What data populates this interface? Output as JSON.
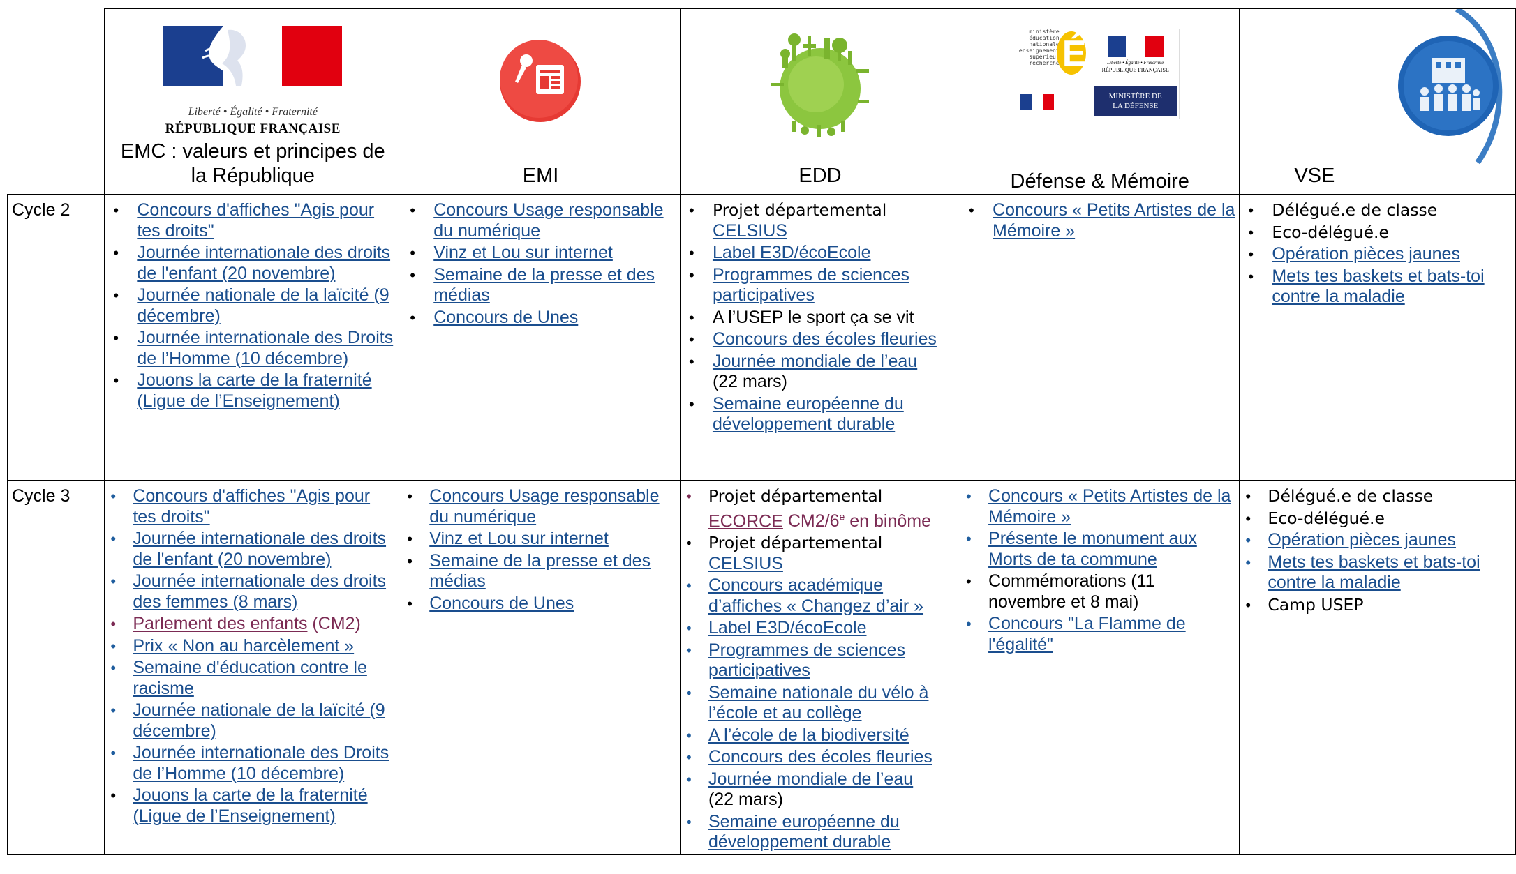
{
  "columns": [
    {
      "title": "EMC : valeurs et principes de la République",
      "logo": "republique-francaise-logo",
      "logo_caption_motto": "Liberté • Égalité • Fraternité",
      "logo_caption_name": "RÉPUBLIQUE FRANÇAISE"
    },
    {
      "title": "EMI",
      "logo": "media-press-icon"
    },
    {
      "title": "EDD",
      "logo": "green-planet-icon"
    },
    {
      "title": "Défense & Mémoire",
      "logo": "ministere-logos",
      "logo_left_text": "ministère éducation nationale enseignement supérieur recherche",
      "logo_right_motto": "Liberté • Égalité • Fraternité",
      "logo_right_name": "RÉPUBLIQUE FRANÇAISE",
      "logo_right_ministry": "MINISTÈRE DE LA DÉFENSE"
    },
    {
      "title": "VSE",
      "logo": "school-community-icon"
    }
  ],
  "rows": [
    {
      "label": "Cycle 2",
      "cells": [
        [
          "Concours d'affiches \"Agis pour tes droits\"",
          "Journée internationale des droits de l'enfant (20 novembre)",
          "Journée nationale de la laïcité (9 décembre)",
          "Journée internationale des Droits de l’Homme (10 décembre)",
          "Jouons la carte de la fraternité (Ligue de l’Enseignement)"
        ],
        [
          "Concours Usage responsable du numérique",
          "Vinz et Lou sur internet",
          "Semaine de la presse et des médias",
          "Concours de Unes"
        ],
        {
          "projet_label": "Projet départemental",
          "projet_link": "CELSIUS",
          "items": [
            "Label E3D/écoEcole",
            "Programmes de sciences participatives",
            "A l’USEP le sport ça se vit",
            "Concours des écoles fleuries",
            "Journée mondiale de l’eau",
            "Semaine européenne du développement durable"
          ],
          "eau_date": "(22 mars)"
        },
        [
          "Concours « Petits Artistes de la Mémoire »"
        ],
        {
          "plain": [
            "Délégué.e de classe",
            "Eco-délégué.e"
          ],
          "links": [
            "Opération pièces jaunes",
            "Mets tes baskets et bats-toi contre la maladie"
          ]
        }
      ]
    },
    {
      "label": "Cycle 3",
      "cells": [
        {
          "links": [
            "Concours d'affiches \"Agis pour tes droits\"",
            "Journée internationale des droits de l'enfant (20 novembre)",
            "Journée internationale des droits des femmes (8 mars)"
          ],
          "parlement_link": "Parlement des enfants",
          "parlement_suffix": "(CM2)",
          "harcelement": "Prix « Non au harcèlement »",
          "links2": [
            "Semaine d'éducation contre le racisme",
            "Journée nationale de la laïcité (9 décembre)",
            "Journée internationale des Droits de l’Homme (10 décembre)",
            "Jouons la carte de la fraternité (Ligue de l’Enseignement)"
          ]
        },
        [
          "Concours Usage responsable du numérique",
          "Vinz et Lou sur internet",
          "Semaine de la presse et des médias",
          "Concours de Unes"
        ],
        {
          "projet_label": "Projet départemental",
          "ecorce_link": "ECORCE",
          "ecorce_suffix_a": "CM2/6",
          "ecorce_sup": "e",
          "ecorce_suffix_b": "en binôme",
          "projet2_label": "Projet départemental",
          "projet2_link": "CELSIUS",
          "items": [
            "Concours académique d’affiches « Changez d’air »",
            "Label E3D/écoEcole",
            "Programmes de sciences participatives",
            "Semaine nationale du vélo à l’école et au collège",
            "A l’école de la biodiversité",
            "Concours des écoles fleuries",
            "Journée mondiale de l’eau",
            "Semaine européenne du développement durable"
          ],
          "eau_date": "(22 mars)"
        },
        {
          "links": [
            "Concours « Petits Artistes de la Mémoire »",
            "Présente le monument aux Morts de ta commune"
          ],
          "plain": "Commémorations (11 novembre et 8 mai)",
          "last_link": "Concours \"La Flamme de l'égalité\""
        },
        {
          "plain": [
            "Délégué.e de classe",
            "Eco-délégué.e"
          ],
          "links": [
            "Opération pièces jaunes",
            "Mets tes baskets et bats-toi contre la maladie"
          ],
          "last": "Camp USEP"
        }
      ]
    }
  ]
}
